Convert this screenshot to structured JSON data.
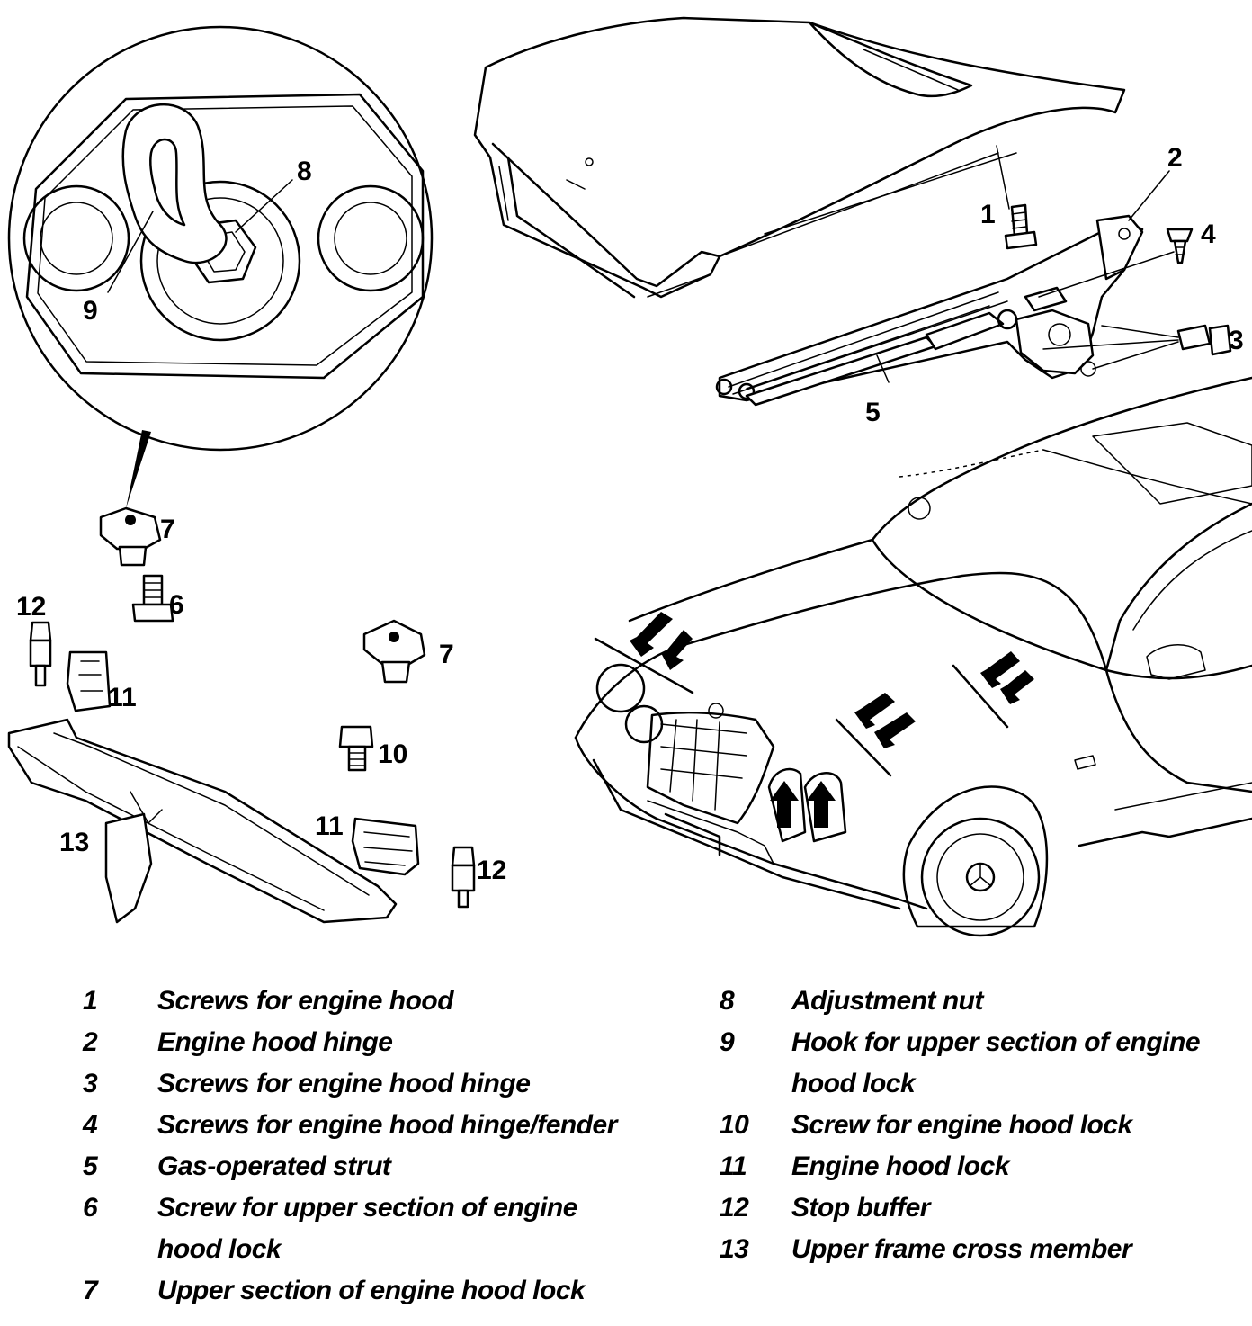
{
  "callouts": {
    "c1": "1",
    "c2": "2",
    "c3": "3",
    "c4": "4",
    "c5": "5",
    "c6": "6",
    "c7a": "7",
    "c7b": "7",
    "c8": "8",
    "c9": "9",
    "c10": "10",
    "c11a": "11",
    "c11b": "11",
    "c12a": "12",
    "c12b": "12",
    "c13": "13"
  },
  "legend": {
    "left": [
      {
        "num": "1",
        "text": [
          "Screws for engine hood"
        ]
      },
      {
        "num": "2",
        "text": [
          "Engine hood hinge"
        ]
      },
      {
        "num": "3",
        "text": [
          "Screws for engine hood hinge"
        ]
      },
      {
        "num": "4",
        "text": [
          "Screws for engine hood hinge/fender"
        ]
      },
      {
        "num": "5",
        "text": [
          "Gas-operated strut"
        ]
      },
      {
        "num": "6",
        "text": [
          "Screw for upper section of engine",
          "hood lock"
        ]
      },
      {
        "num": "7",
        "text": [
          "Upper section of engine hood lock"
        ]
      }
    ],
    "right": [
      {
        "num": "8",
        "text": [
          "Adjustment nut"
        ]
      },
      {
        "num": "9",
        "text": [
          "Hook for upper section of engine",
          "hood lock"
        ]
      },
      {
        "num": "10",
        "text": [
          "Screw for engine hood lock"
        ]
      },
      {
        "num": "11",
        "text": [
          "Engine hood lock"
        ]
      },
      {
        "num": "12",
        "text": [
          "Stop buffer"
        ]
      },
      {
        "num": "13",
        "text": [
          "Upper frame cross member"
        ]
      }
    ]
  }
}
